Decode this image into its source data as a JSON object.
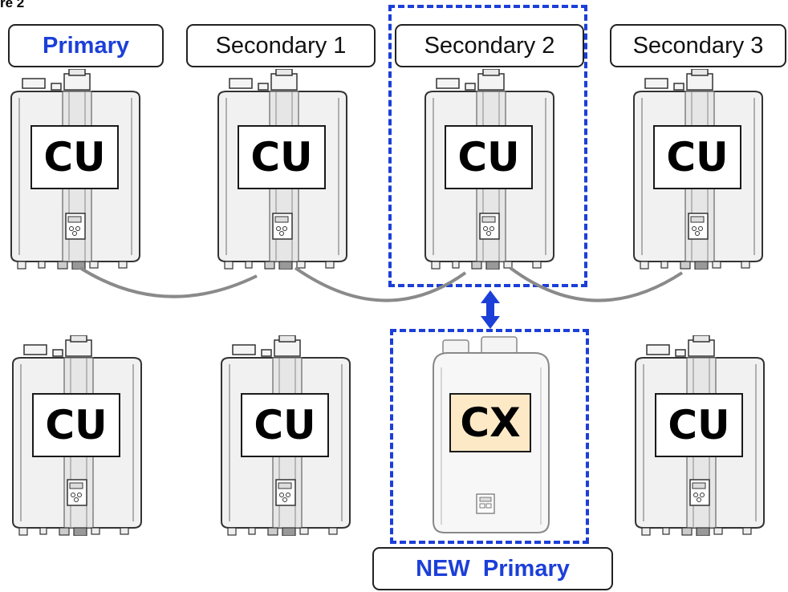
{
  "figure": {
    "label": "re 2"
  },
  "roles": {
    "primary": "Primary",
    "secondary_1": "Secondary 1",
    "secondary_2": "Secondary 2",
    "secondary_3": "Secondary 3",
    "new_primary": "NEW  Primary"
  },
  "top_row": [
    {
      "label": "CU"
    },
    {
      "label": "CU"
    },
    {
      "label": "CU"
    },
    {
      "label": "CU"
    }
  ],
  "bottom_row": [
    {
      "label": "CU"
    },
    {
      "label": "CU"
    },
    {
      "label": "CX"
    },
    {
      "label": "CU"
    }
  ],
  "colors": {
    "accent_blue": "#1c3fd8",
    "cx_label_fill": "#fde9c6",
    "cable_gray": "#8a8a8a"
  },
  "icons": {
    "swap": "double-arrow-vertical-icon"
  }
}
